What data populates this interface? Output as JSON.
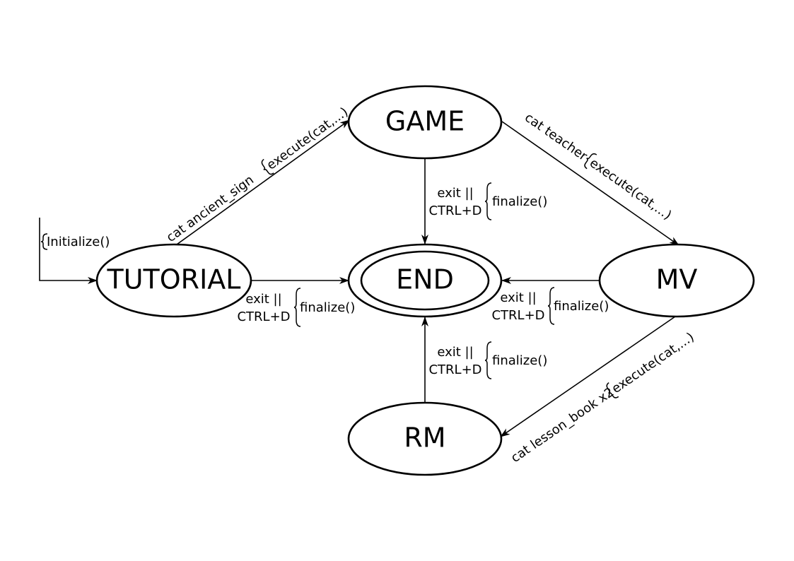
{
  "nodes": {
    "game": "GAME",
    "tutorial": "TUTORIAL",
    "end": "END",
    "mv": "MV",
    "rm": "RM"
  },
  "edges": {
    "start_to_tutorial": {
      "action": "Initialize()"
    },
    "tutorial_to_game": {
      "trigger": "cat ancient_sign",
      "action": "execute(cat,...)"
    },
    "game_to_mv": {
      "trigger": "cat teacher",
      "action": "execute(cat,...)"
    },
    "mv_to_rm": {
      "trigger": "cat lesson_book x2",
      "action": "execute(cat,...)"
    },
    "game_to_end": {
      "trigger_line1": "exit ||",
      "trigger_line2": "CTRL+D",
      "action": "finalize()"
    },
    "tutorial_to_end": {
      "trigger_line1": "exit ||",
      "trigger_line2": "CTRL+D",
      "action": "finalize()"
    },
    "mv_to_end": {
      "trigger_line1": "exit ||",
      "trigger_line2": "CTRL+D",
      "action": "finalize()"
    },
    "rm_to_end": {
      "trigger_line1": "exit ||",
      "trigger_line2": "CTRL+D",
      "action": "finalize()"
    }
  }
}
